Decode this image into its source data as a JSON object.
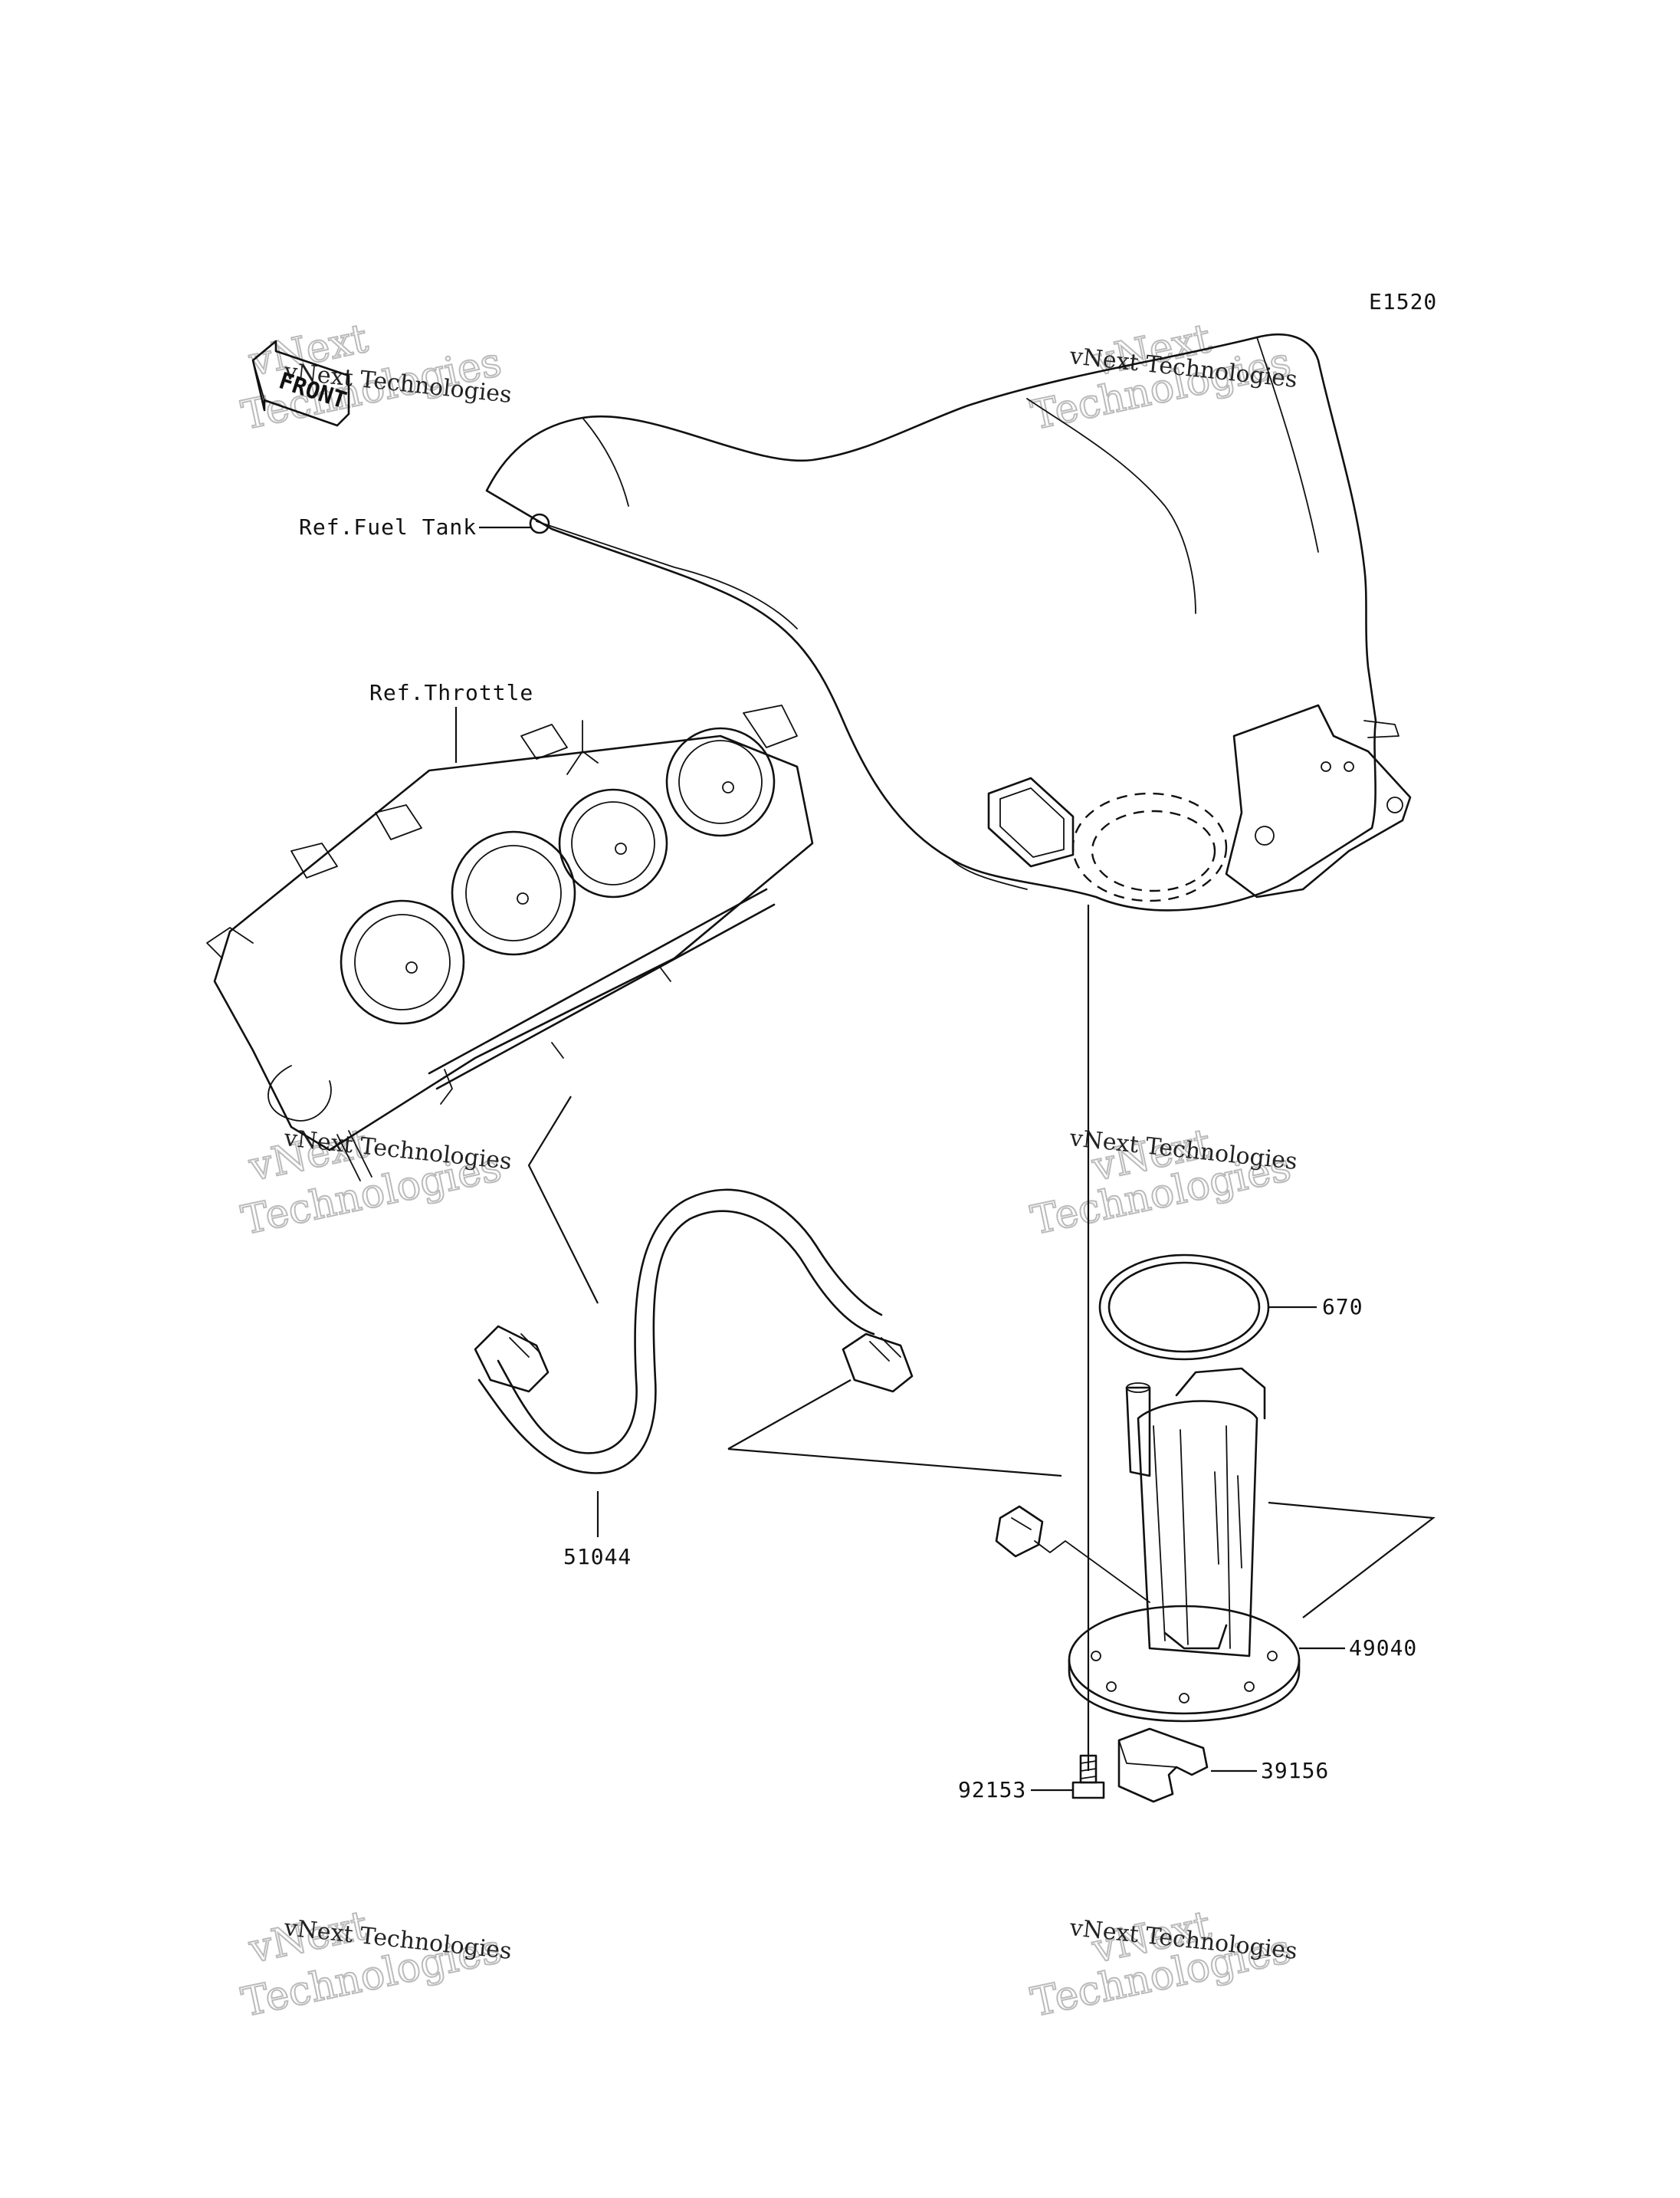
{
  "diagram_code": "E1520",
  "refs": {
    "fuel_tank": "Ref.Fuel Tank",
    "throttle": "Ref.Throttle"
  },
  "front_label": "FRONT",
  "parts": [
    {
      "number": "670"
    },
    {
      "number": "51044"
    },
    {
      "number": "49040"
    },
    {
      "number": "39156"
    },
    {
      "number": "92153"
    }
  ],
  "watermark": {
    "line1": "vNext Technologies",
    "logo_top": "vNext",
    "logo_bottom": "Technologies"
  }
}
